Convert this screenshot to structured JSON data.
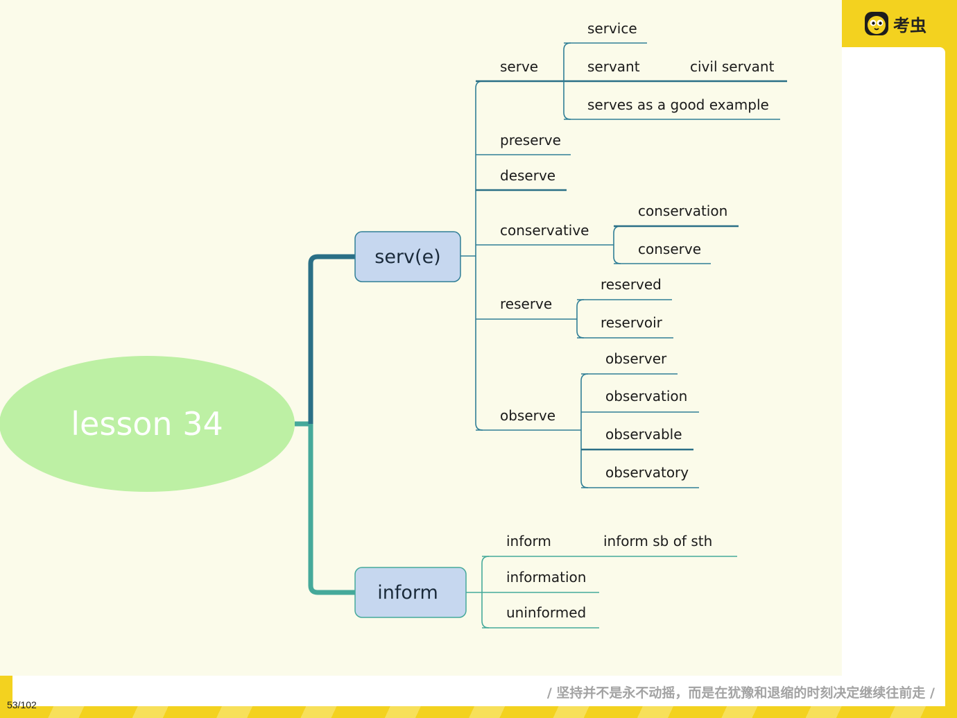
{
  "logo": {
    "text": "考虫",
    "icon": "chick-face-icon"
  },
  "footer": {
    "quote": "/ 坚持并不是永不动摇，而是在犹豫和退缩的时刻决定继续往前走 /",
    "page": "53/102"
  },
  "colors": {
    "brand_yellow": "#f3d21f",
    "slide_bg": "#fbfbea",
    "root_ellipse": "#bdf0a4",
    "branch_box": "#c6d7ef",
    "line_blue": "#2f7e96",
    "line_teal": "#45a99a"
  },
  "mindmap": {
    "root": "lesson 34",
    "branches": [
      {
        "label": "serv(e)",
        "children": [
          {
            "label": "serve",
            "children": [
              "service",
              "servant",
              "serves as a good  example"
            ],
            "servant_extra": "civil  servant"
          },
          {
            "label": "preserve"
          },
          {
            "label": "deserve"
          },
          {
            "label": "conservative",
            "children": [
              "conservation",
              "conserve"
            ]
          },
          {
            "label": "reserve",
            "children": [
              "reserved",
              "reservoir"
            ]
          },
          {
            "label": "observe",
            "children": [
              "observer",
              "observation",
              "observable",
              "observatory"
            ]
          }
        ]
      },
      {
        "label": "inform",
        "children": [
          {
            "label": "inform",
            "extra": "inform  sb  of  sth"
          },
          {
            "label": "information"
          },
          {
            "label": "uninformed"
          }
        ]
      }
    ]
  }
}
